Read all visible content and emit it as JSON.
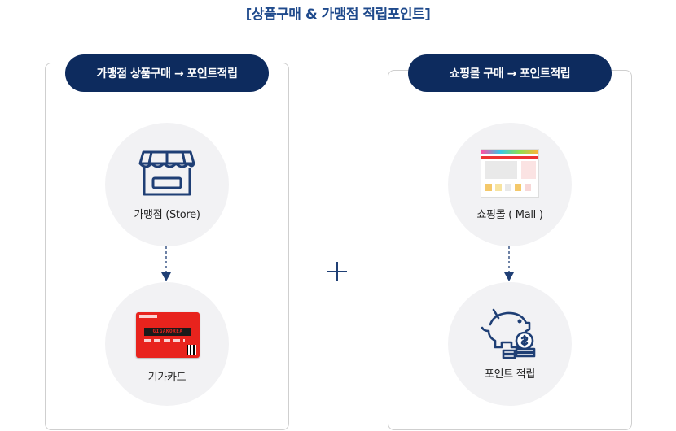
{
  "title": "[상품구매 & 가맹점 적립포인트]",
  "left_panel": {
    "pill_label": "가맹점 상품구매  → 포인트적립",
    "step1_label": "가맹점 (Store)",
    "step2_label": "기가카드",
    "card_text": "GIGAKOREA"
  },
  "right_panel": {
    "pill_label": "쇼핑몰 구매  → 포인트적립",
    "step1_label": "쇼핑몰 ( Mall )",
    "step2_label": "포인트 적립"
  },
  "colors": {
    "navy": "#0d2b5e",
    "title_blue": "#1f4a8c",
    "icon_blue": "#1f3f75",
    "circle_bg": "#f2f2f4",
    "card_red": "#e8231d"
  },
  "icons": {
    "store": "store-icon",
    "card": "gigacard-image",
    "mall": "mall-screenshot-image",
    "points": "piggybank-coins-icon",
    "plus": "plus-icon",
    "arrow": "arrow-down-icon"
  }
}
